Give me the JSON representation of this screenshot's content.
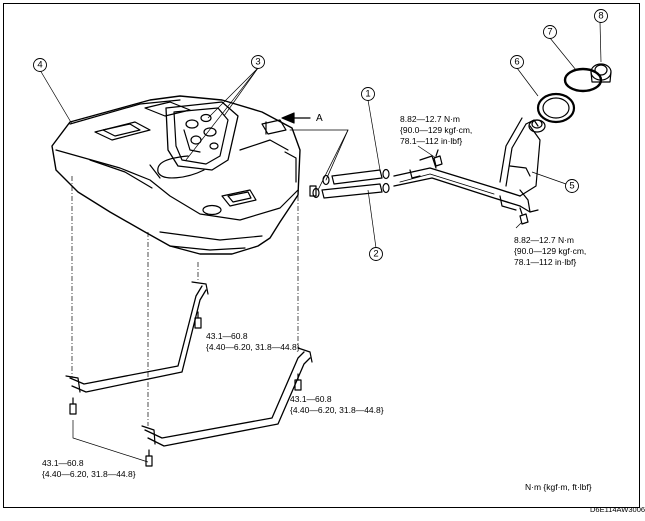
{
  "callouts": [
    "1",
    "2",
    "3",
    "4",
    "5",
    "6",
    "7",
    "8"
  ],
  "view_label": "A",
  "torques": {
    "filler_top": [
      "8.82—12.7 N·m",
      "{90.0—129 kgf·cm,",
      "78.1—112 in·lbf}"
    ],
    "filler_bottom": [
      "8.82—12.7 N·m",
      "{90.0—129 kgf·cm,",
      "78.1—112 in·lbf}"
    ],
    "strap_upper": [
      "43.1—60.8",
      "{4.40—6.20, 31.8—44.8}"
    ],
    "strap_right": [
      "43.1—60.8",
      "{4.40—6.20, 31.8—44.8}"
    ],
    "strap_left": [
      "43.1—60.8",
      "{4.40—6.20, 31.8—44.8}"
    ]
  },
  "units_note": "N·m {kgf·m, ft·lbf}",
  "figure_code": "D6E114AW3006"
}
